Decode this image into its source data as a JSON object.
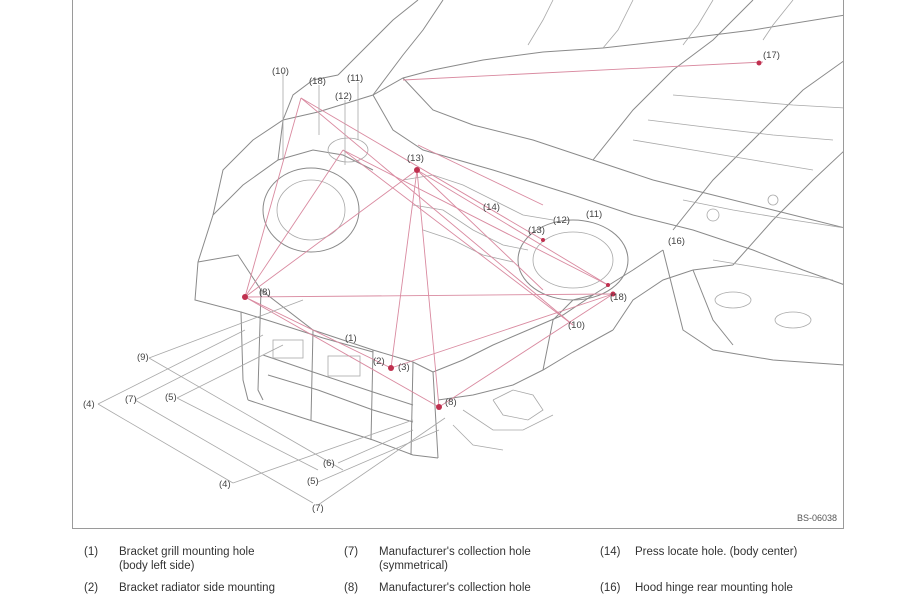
{
  "figure": {
    "code": "BS-06038",
    "labels": [
      "(10)",
      "(18)",
      "(11)",
      "(12)",
      "(17)",
      "(13)",
      "(14)",
      "(12)",
      "(11)",
      "(13)",
      "(16)",
      "(8)",
      "(18)",
      "(10)",
      "(1)",
      "(9)",
      "(2)",
      "(3)",
      "(4)",
      "(7)",
      "(5)",
      "(8)",
      "(6)",
      "(5)",
      "(4)",
      "(7)"
    ]
  },
  "legend": [
    {
      "num": "(1)",
      "text": "Bracket grill mounting hole",
      "text2": "(body left side)"
    },
    {
      "num": "(7)",
      "text": "Manufacturer's collection hole",
      "text2": "(symmetrical)"
    },
    {
      "num": "(14)",
      "text": "Press locate hole. (body center)",
      "text2": ""
    },
    {
      "num": "(2)",
      "text": "Bracket radiator side mounting",
      "text2": ""
    },
    {
      "num": "(8)",
      "text": "Manufacturer's collection hole",
      "text2": ""
    },
    {
      "num": "(16)",
      "text": "Hood hinge rear mounting hole",
      "text2": ""
    }
  ]
}
